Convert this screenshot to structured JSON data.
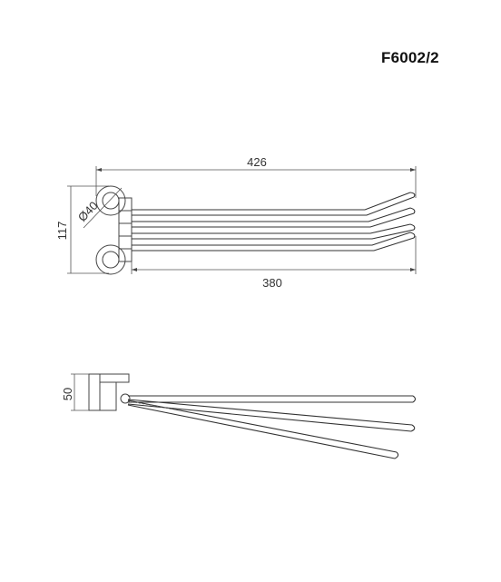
{
  "model_code": "F6002/2",
  "dimensions": {
    "overall_length": "426",
    "arm_length": "380",
    "height": "117",
    "rosette_diameter": "Ø40",
    "projection": "50"
  },
  "colors": {
    "line": "#444444",
    "text": "#333333"
  }
}
